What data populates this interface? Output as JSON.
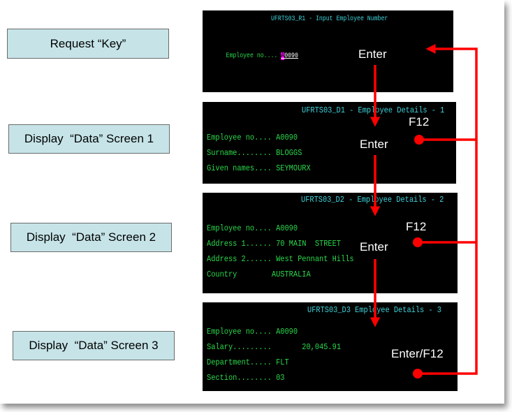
{
  "labels": {
    "request_key": "Request “Key”",
    "display_1": "Display  “Data” Screen 1",
    "display_2": "Display  “Data” Screen 2",
    "display_3": "Display  “Data” Screen 3"
  },
  "screens": {
    "r1": {
      "title": "UFRTS03_R1 - Input Employee Number",
      "field_label": "Employee no....",
      "field_first_char": "A",
      "field_rest": "0090",
      "action": "Enter"
    },
    "d1": {
      "title": "UFRTS03_D1 - Employee Details - 1",
      "fields": [
        {
          "label": "Employee no....",
          "value": "A0090"
        },
        {
          "label": "Surname........",
          "value": "BLOGGS"
        },
        {
          "label": "Given names....",
          "value": "SEYMOURX"
        }
      ],
      "back_key": "F12",
      "action": "Enter"
    },
    "d2": {
      "title": "UFRTS03_D2 - Employee Details - 2",
      "fields": [
        {
          "label": "Employee no....",
          "value": "A0090"
        },
        {
          "label": "Address 1......",
          "value": "70 MAIN  STREET"
        },
        {
          "label": "Address 2......",
          "value": "West Pennant Hills"
        },
        {
          "label": "Country",
          "value": "AUSTRALIA"
        }
      ],
      "back_key": "F12",
      "action": "Enter"
    },
    "d3": {
      "title": "UFRTS03_D3 Employee Details - 3",
      "fields": [
        {
          "label": "Employee no....",
          "value": "A0090"
        },
        {
          "label": "Salary.........",
          "value": "20,045.91"
        },
        {
          "label": "Department.....",
          "value": "FLT"
        },
        {
          "label": "Section........",
          "value": "03"
        }
      ],
      "action": "Enter/F12"
    }
  },
  "colors": {
    "arrow": "#ff0000",
    "label_fill": "#c6e4e8",
    "screen_bg": "#000000",
    "screen_text": "#2bd94b",
    "screen_title": "#3fd3dc"
  }
}
